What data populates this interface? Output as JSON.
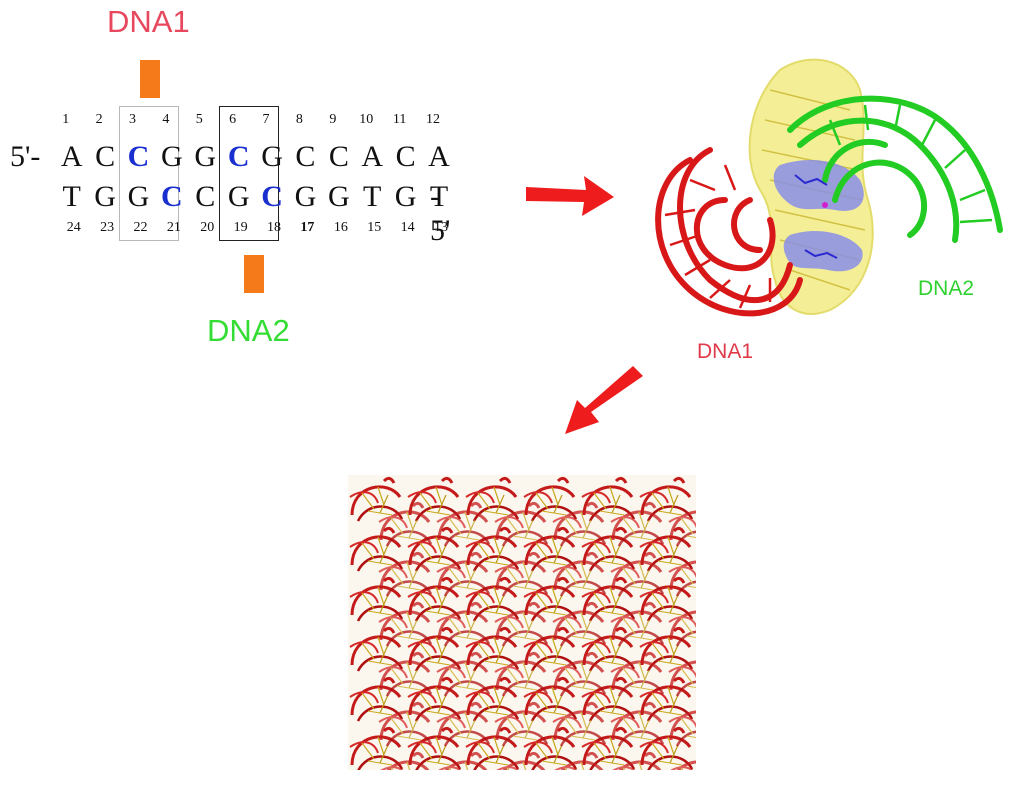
{
  "labels": {
    "dna1_top": "DNA1",
    "dna2_bottom": "DNA2",
    "molecule_dna1": "DNA1",
    "molecule_dna2": "DNA2"
  },
  "sequence": {
    "top_prime": "5'-",
    "bottom_prime": "- 5'",
    "top_numbers": [
      "1",
      "2",
      "3",
      "4",
      "5",
      "6",
      "7",
      "8",
      "9",
      "10",
      "11",
      "12"
    ],
    "top_bases": [
      "A",
      "C",
      "C",
      "G",
      "G",
      "C",
      "G",
      "C",
      "C",
      "A",
      "C",
      "A"
    ],
    "top_highlight_indices": [
      2,
      5
    ],
    "bottom_bases": [
      "T",
      "G",
      "G",
      "C",
      "C",
      "G",
      "C",
      "G",
      "G",
      "T",
      "G",
      "T"
    ],
    "bottom_highlight_indices": [
      3,
      6
    ],
    "bottom_numbers": [
      "24",
      "23",
      "22",
      "21",
      "20",
      "19",
      "18",
      "17",
      "16",
      "15",
      "14",
      "13"
    ],
    "bottom_bold_indices": [
      7
    ]
  },
  "colors": {
    "dna1": "#e8485e",
    "dna2": "#33dd33",
    "marker": "#f57a1a",
    "highlight_base": "#1a2fd0",
    "arrow": "#ee1c1c",
    "helix_red": "#d81818",
    "helix_green": "#22cc22",
    "yellow_surface": "#f3ee8c",
    "blue_surface": "#8a8ee6"
  }
}
